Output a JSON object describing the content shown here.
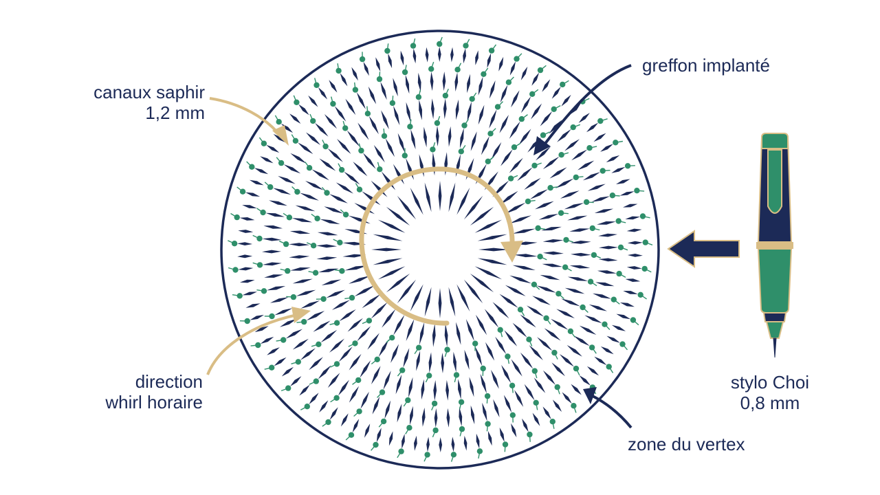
{
  "labels": {
    "canaux_line1": "canaux saphir",
    "canaux_line2": "1,2 mm",
    "greffon": "greffon implanté",
    "direction_line1": "direction",
    "direction_line2": "whirl horaire",
    "stylo_line1": "stylo Choi",
    "stylo_line2": "0,8 mm",
    "zone": "zone du vertex"
  },
  "colors": {
    "navy": "#1c2a57",
    "green": "#2f8f6a",
    "gold": "#d9bd85",
    "background": "#ffffff"
  },
  "icons": [
    "pen-icon",
    "arrow-left-icon",
    "clockwise-whirl-arrow-icon"
  ]
}
